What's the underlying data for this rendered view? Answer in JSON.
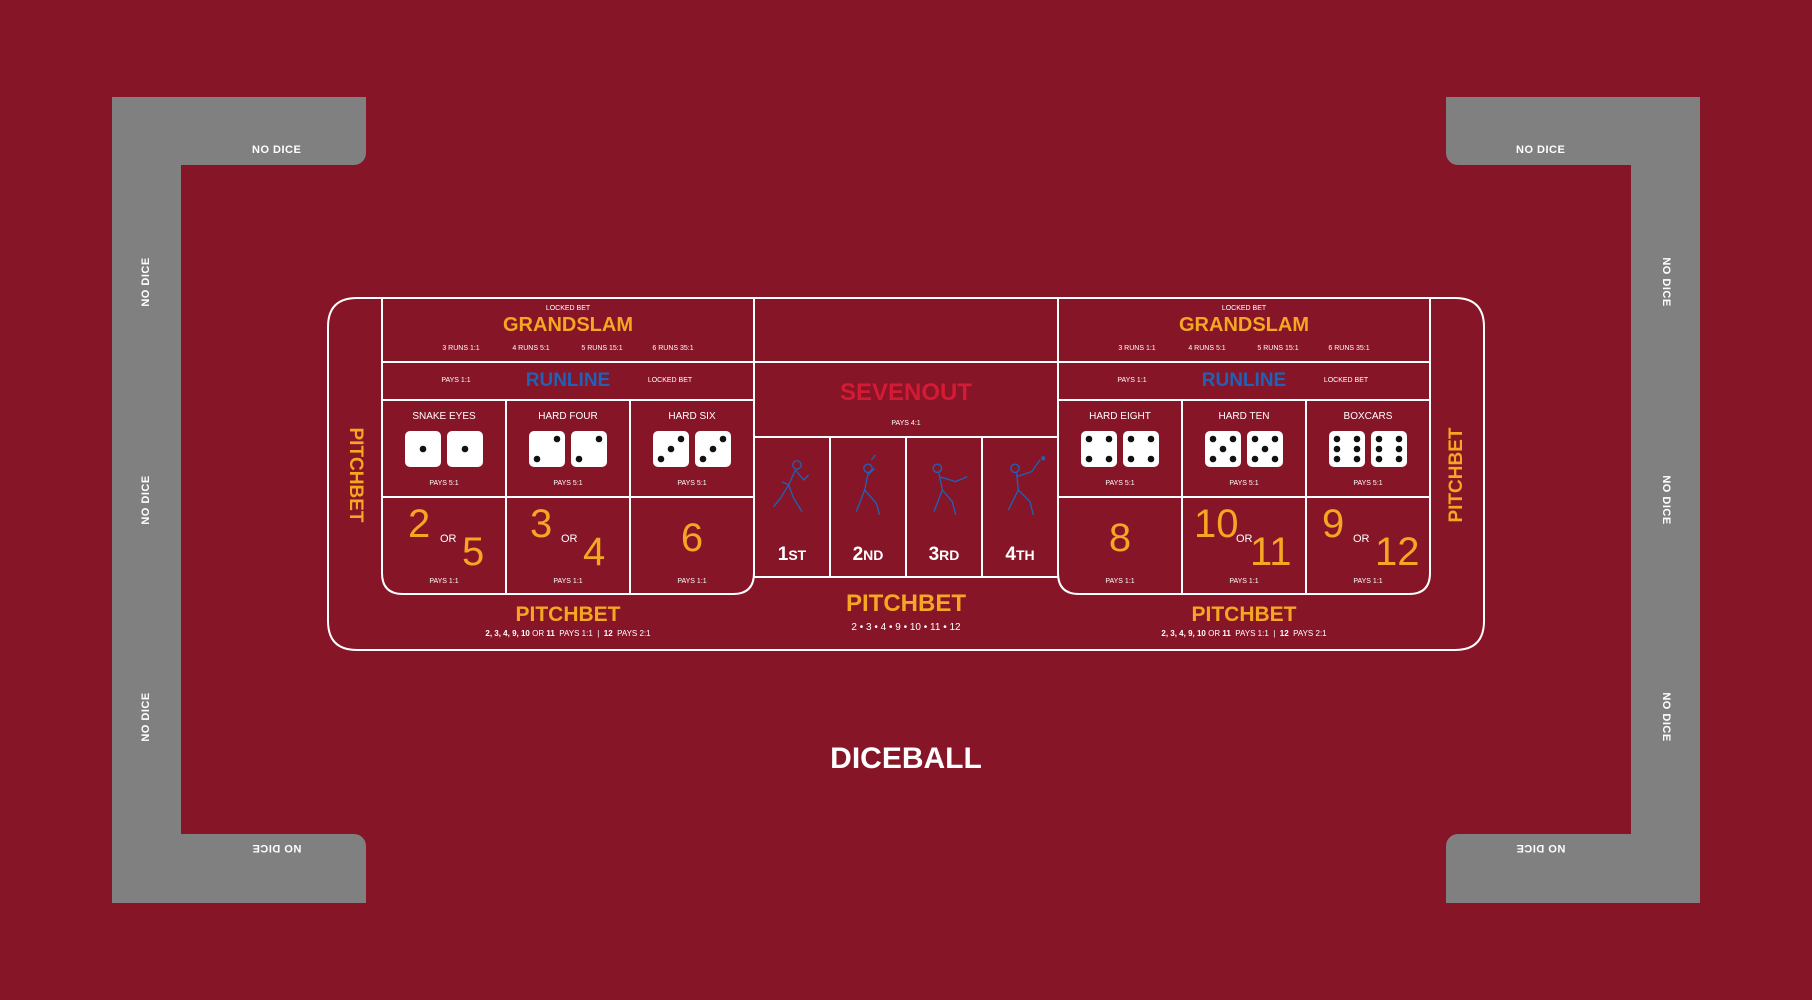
{
  "colors": {
    "felt": "#861527",
    "rail": "#808080",
    "accent_yellow": "#f5a623",
    "accent_blue": "#1f62b8",
    "accent_red": "#d41a34",
    "line": "#ffffff"
  },
  "rail_label": "NO DICE",
  "title": "DICEBALL",
  "left": {
    "grandslam": {
      "locked": "LOCKED BET",
      "title": "GRANDSLAM",
      "pays": [
        "3 RUNS 1:1",
        "4 RUNS 5:1",
        "5 RUNS 15:1",
        "6 RUNS 35:1"
      ]
    },
    "runline": {
      "pays": "PAYS 1:1",
      "title": "RUNLINE",
      "locked": "LOCKED BET"
    },
    "hardways": [
      {
        "label": "SNAKE EYES",
        "dice": [
          1,
          1
        ],
        "pays": "PAYS 5:1"
      },
      {
        "label": "HARD FOUR",
        "dice": [
          2,
          2
        ],
        "pays": "PAYS 5:1"
      },
      {
        "label": "HARD SIX",
        "dice": [
          3,
          3
        ],
        "pays": "PAYS 5:1"
      }
    ],
    "numbers": [
      {
        "a": "2",
        "or": "OR",
        "b": "5",
        "pays": "PAYS 1:1"
      },
      {
        "a": "3",
        "or": "OR",
        "b": "4",
        "pays": "PAYS 1:1"
      },
      {
        "a": "6",
        "pays": "PAYS 1:1"
      }
    ],
    "side_pitchbet": "PITCHBET",
    "pitchbet": {
      "title": "PITCHBET",
      "nums": "2, 3, 4, 9, 10",
      "or": "OR",
      "eleven": "11",
      "pays1": "PAYS 1:1",
      "sep": "|",
      "twelve": "12",
      "pays2": "PAYS 2:1"
    }
  },
  "right": {
    "grandslam": {
      "locked": "LOCKED BET",
      "title": "GRANDSLAM",
      "pays": [
        "3 RUNS 1:1",
        "4 RUNS 5:1",
        "5 RUNS 15:1",
        "6 RUNS 35:1"
      ]
    },
    "runline": {
      "pays": "PAYS 1:1",
      "title": "RUNLINE",
      "locked": "LOCKED BET"
    },
    "hardways": [
      {
        "label": "HARD EIGHT",
        "dice": [
          4,
          4
        ],
        "pays": "PAYS 5:1"
      },
      {
        "label": "HARD TEN",
        "dice": [
          5,
          5
        ],
        "pays": "PAYS 5:1"
      },
      {
        "label": "BOXCARS",
        "dice": [
          6,
          6
        ],
        "pays": "PAYS 5:1"
      }
    ],
    "numbers": [
      {
        "a": "8",
        "pays": "PAYS 1:1"
      },
      {
        "a": "10",
        "or": "OR",
        "b": "11",
        "pays": "PAYS 1:1"
      },
      {
        "a": "9",
        "or": "OR",
        "b": "12",
        "pays": "PAYS 1:1"
      }
    ],
    "side_pitchbet": "PITCHBET",
    "pitchbet": {
      "title": "PITCHBET",
      "nums": "2, 3, 4, 9, 10",
      "or": "OR",
      "eleven": "11",
      "pays1": "PAYS 1:1",
      "sep": "|",
      "twelve": "12",
      "pays2": "PAYS 2:1"
    }
  },
  "center": {
    "sevenout": {
      "title": "SEVENOUT",
      "pays": "PAYS 4:1"
    },
    "innings": [
      {
        "num": "1",
        "suffix": "ST",
        "icon": "pitcher-icon"
      },
      {
        "num": "2",
        "suffix": "ND",
        "icon": "batter-icon"
      },
      {
        "num": "3",
        "suffix": "RD",
        "icon": "swing-icon"
      },
      {
        "num": "4",
        "suffix": "TH",
        "icon": "hit-icon"
      }
    ],
    "pitchbet": {
      "title": "PITCHBET",
      "nums": "2 • 3 • 4 • 9 • 10 • 11 • 12"
    }
  }
}
